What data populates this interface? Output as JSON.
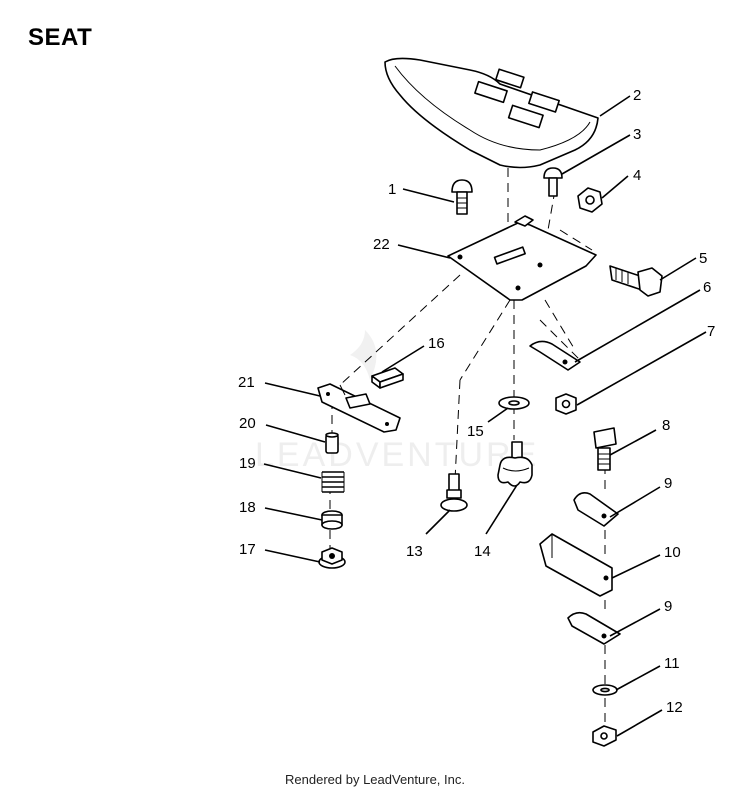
{
  "title": "SEAT",
  "footer": "Rendered by LeadVenture, Inc.",
  "watermark": "LEADVENTURE",
  "callouts": [
    "1",
    "2",
    "3",
    "4",
    "5",
    "6",
    "7",
    "8",
    "9",
    "10",
    "11",
    "12",
    "13",
    "14",
    "15",
    "16",
    "17",
    "18",
    "19",
    "20",
    "21",
    "22",
    "9"
  ]
}
